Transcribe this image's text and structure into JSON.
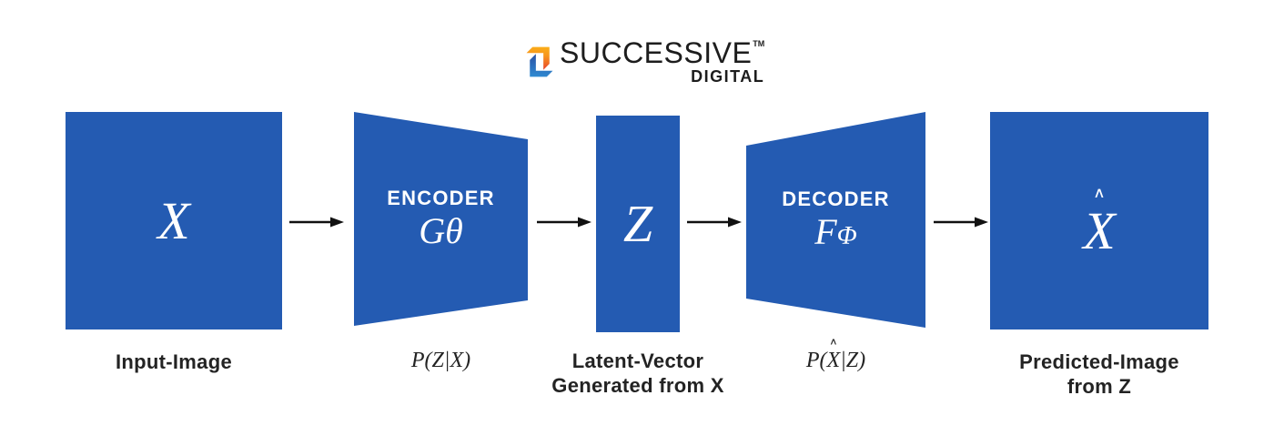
{
  "colors": {
    "shape_blue": "#245bb2",
    "arrow_black": "#111111",
    "caption_dark": "#232323",
    "logo_black": "#1d1d1d",
    "symbol_white": "#ffffff",
    "background": "#ffffff"
  },
  "logo": {
    "brand": "SUCCESSIVE",
    "trademark": "TM",
    "subtitle": "DIGITAL",
    "icon": {
      "name": "successive-chevrons-icon",
      "yellow": "#fdc513",
      "orange": "#f7941d",
      "red": "#e8432d",
      "blue_dark": "#2b50a2",
      "blue_light": "#2f9fe3"
    }
  },
  "nodes": {
    "input": {
      "symbol": "X",
      "caption": "Input-Image"
    },
    "encoder": {
      "title": "ENCODER",
      "symbol": "Gθ",
      "caption": "P(Z|X)"
    },
    "latent": {
      "symbol": "Z",
      "caption_line1": "Latent-Vector",
      "caption_line2": "Generated from X"
    },
    "decoder": {
      "title": "DECODER",
      "symbol": "F",
      "symbol_phi": "Φ",
      "caption_prefix": "P(",
      "caption_hat": "∧",
      "caption_x": "X",
      "caption_suffix": "|Z)"
    },
    "predicted": {
      "hat": "∧",
      "symbol": "X",
      "caption_line1": "Predicted-Image",
      "caption_line2": "from Z"
    }
  }
}
